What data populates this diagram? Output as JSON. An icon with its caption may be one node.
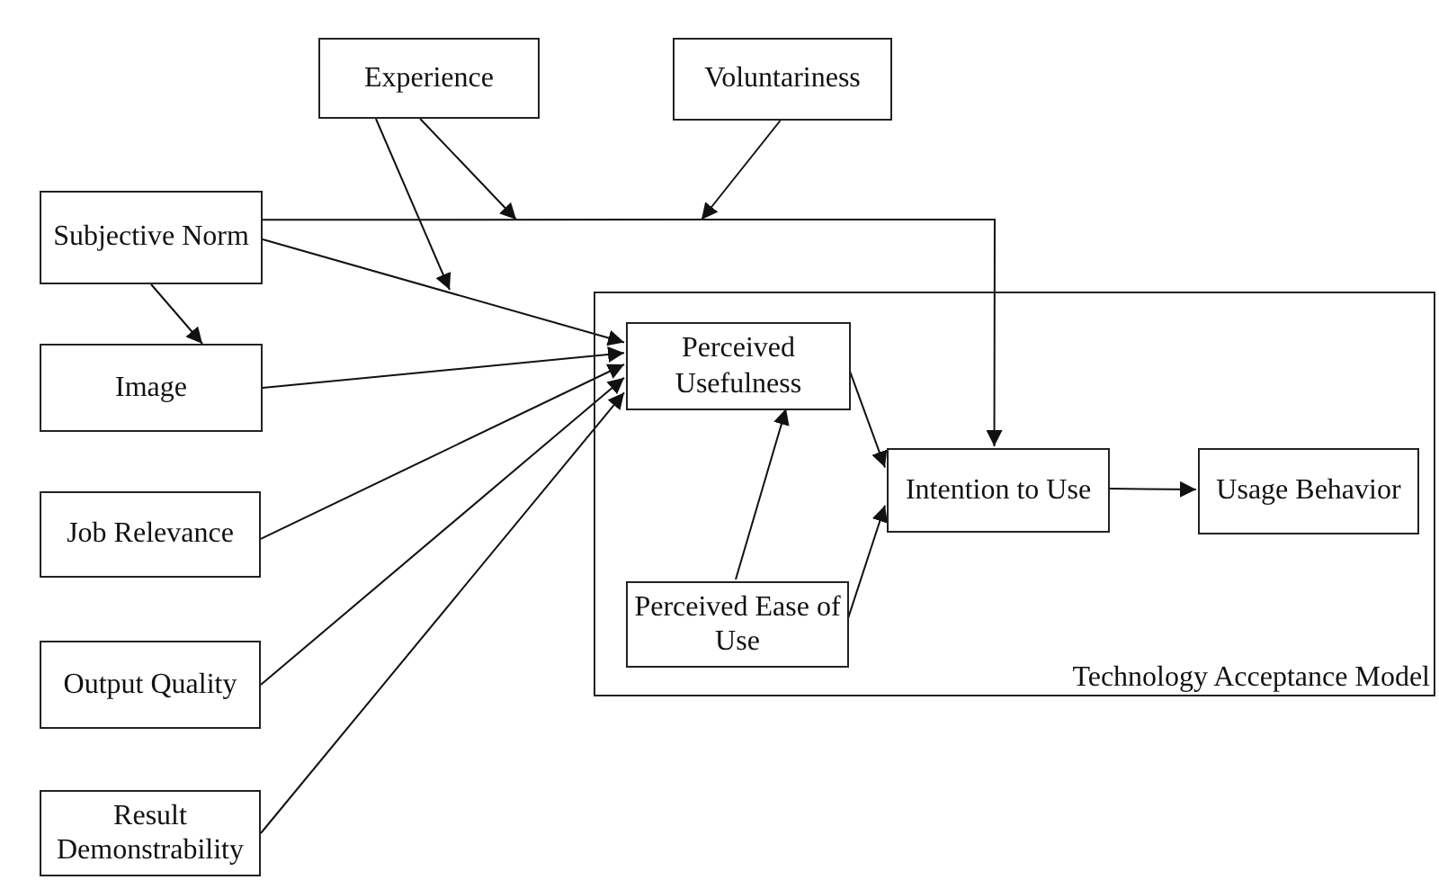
{
  "diagram": {
    "nodes": [
      {
        "text": [
          "Experience"
        ]
      },
      {
        "text": [
          "Voluntariness"
        ]
      },
      {
        "text": [
          "Subjective Norm"
        ]
      },
      {
        "text": [
          "Image"
        ]
      },
      {
        "text": [
          "Job Relevance"
        ]
      },
      {
        "text": [
          "Output Quality"
        ]
      },
      {
        "text": [
          "Result Demonstrability"
        ]
      },
      {
        "text": [
          "Technology Acceptance Model"
        ]
      },
      {
        "text": [
          "Perceived Usefulness"
        ],
        "in": 7
      },
      {
        "text": [
          "Perceived Ease of Use"
        ],
        "in": 7
      },
      {
        "text": [
          "Intention to Use"
        ],
        "in": 7
      },
      {
        "text": [
          "Usage Behavior"
        ],
        "in": 7
      }
    ],
    "edges": [
      {
        "from": 0,
        "to": null,
        "arrow": "to"
      },
      {
        "from": 0,
        "to": null,
        "arrow": "to"
      },
      {
        "from": 1,
        "to": null,
        "arrow": "to"
      },
      {
        "from": 2,
        "to": 8,
        "arrow": "to"
      },
      {
        "from": 2,
        "to": 10,
        "arrow": "to"
      },
      {
        "from": 2,
        "to": 3,
        "arrow": "to"
      },
      {
        "from": 3,
        "to": 8,
        "arrow": "to"
      },
      {
        "from": 4,
        "to": 8,
        "arrow": "to"
      },
      {
        "from": 5,
        "to": 8,
        "arrow": "to"
      },
      {
        "from": 6,
        "to": 8,
        "arrow": "to"
      },
      {
        "from": 8,
        "to": 10,
        "arrow": "to"
      },
      {
        "from": 9,
        "to": 8,
        "arrow": "to"
      },
      {
        "from": 9,
        "to": 10,
        "arrow": "to"
      },
      {
        "from": 10,
        "to": 11,
        "arrow": "to"
      }
    ]
  }
}
